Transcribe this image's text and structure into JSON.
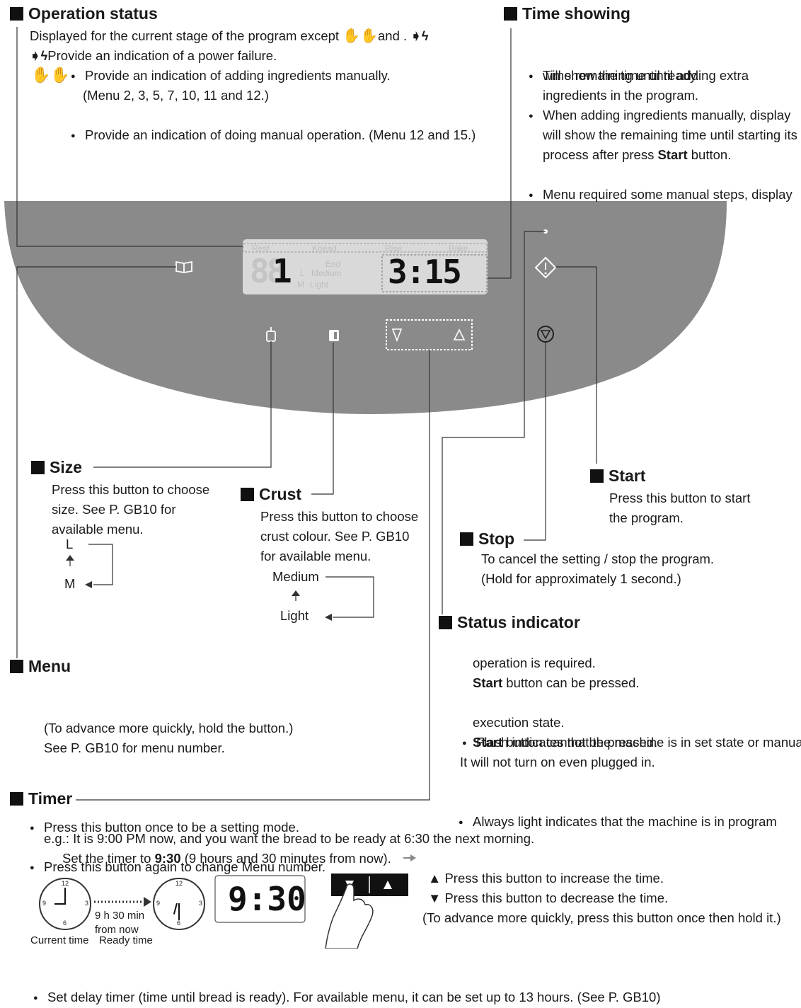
{
  "operation": {
    "title": "Operation status",
    "line1": "Displayed for the current stage of the program except",
    "line1_and": "and",
    "line2": "Provide an indication of a power failure.",
    "b1": "Provide an indication of adding ingredients manually.",
    "b1b": "(Menu 2, 3, 5, 7, 10, 11 and 12.)",
    "b2": "Provide an indication of doing manual operation. (Menu 12 and 15.)"
  },
  "time_showing": {
    "title": "Time showing",
    "b1": "Time remaining until ready.",
    "b2a": "When adding ingredients manually, display",
    "b2b": "will show the time until adding extra",
    "b2c": "ingredients in the program.",
    "b3a": "Menu required some manual steps, display",
    "b3b": "will show the remaining time until starting its",
    "b3c_pre": "process after press",
    "b3c_bold": "Start",
    "b3c_post": "button."
  },
  "panel": {
    "labels": {
      "rest": "Rest",
      "knead": "Knead",
      "rise": "Rise",
      "bake": "Bake",
      "end": "End",
      "l": "L",
      "medium": "Medium",
      "m": "M",
      "light": "Light"
    },
    "menu_digits": "1",
    "time_digits": "3:15",
    "ghost_digits": "88"
  },
  "size": {
    "title": "Size",
    "t1": "Press this button to choose",
    "t2": "size. See P. GB10 for",
    "t3": "available menu.",
    "top": "L",
    "bottom": "M"
  },
  "crust": {
    "title": "Crust",
    "t1": "Press this button to choose",
    "t2": "crust colour. See P. GB10",
    "t3": "for available menu.",
    "top": "Medium",
    "bottom": "Light"
  },
  "start": {
    "title": "Start",
    "t1": "Press this button to start",
    "t2": "the program."
  },
  "stop": {
    "title": "Stop",
    "t1": "To cancel the setting / stop the program.",
    "t2": "(Hold for approximately 1 second.)"
  },
  "status": {
    "title": "Status indicator",
    "b1a": "Flash indicates that the machine is in set state or manual",
    "b1b": "operation is required.",
    "b1c_bold": "Start",
    "b1c_post": "button can be pressed.",
    "b2a": "Always light indicates that the machine is in program",
    "b2b": "execution state.",
    "b2c_bold": "Start",
    "b2c_post": "button cannot be pressed.",
    "note": "It will not turn on even plugged in."
  },
  "menu": {
    "title": "Menu",
    "b1": "Press this button once to be a setting mode.",
    "b2": "Press this button again to change Menu number.",
    "b2b": "(To advance more quickly, hold the button.)",
    "b2c": "See P. GB10 for menu number."
  },
  "timer": {
    "title": "Timer",
    "b1": "Set delay timer (time until bread is ready). For available menu, it can be set up to 13 hours. (See P. GB10)",
    "eg": "e.g.: It is 9:00 PM now, and you want the bread to be ready at 6:30 the next morning.",
    "arrow_pre": "Set the timer to",
    "arrow_bold": "9:30",
    "arrow_post": "(9 hours and 30 minutes from now).",
    "clock_gap1": "9 h 30 min",
    "clock_gap2": "from now",
    "current": "Current time",
    "ready": "Ready time",
    "display": "9:30",
    "up": "Press this button to increase the time.",
    "down": "Press this button to decrease the time.",
    "hold": "(To advance more quickly, press this button once then hold it.)"
  }
}
